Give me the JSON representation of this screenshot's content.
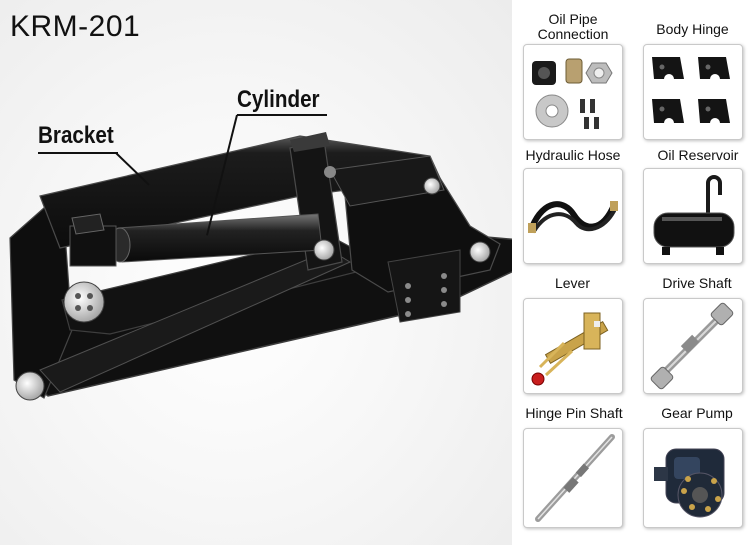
{
  "model": {
    "title": "KRM-201"
  },
  "callouts": {
    "cylinder": "Cylinder",
    "bracket": "Bracket"
  },
  "parts": [
    {
      "label": "Oil Pipe Connection",
      "icon": "oil-pipe-connection-icon"
    },
    {
      "label": "Body Hinge",
      "icon": "body-hinge-icon"
    },
    {
      "label": "Hydraulic Hose",
      "icon": "hydraulic-hose-icon"
    },
    {
      "label": "Oil Reservoir",
      "icon": "oil-reservoir-icon"
    },
    {
      "label": "Lever",
      "icon": "lever-icon"
    },
    {
      "label": "Drive Shaft",
      "icon": "drive-shaft-icon"
    },
    {
      "label": "Hinge Pin Shaft",
      "icon": "hinge-pin-shaft-icon"
    },
    {
      "label": "Gear Pump",
      "icon": "gear-pump-icon"
    }
  ],
  "colors": {
    "steel_black": "#151515",
    "frame_edge": "#4a4a4a",
    "brass": "#c9a34a"
  }
}
